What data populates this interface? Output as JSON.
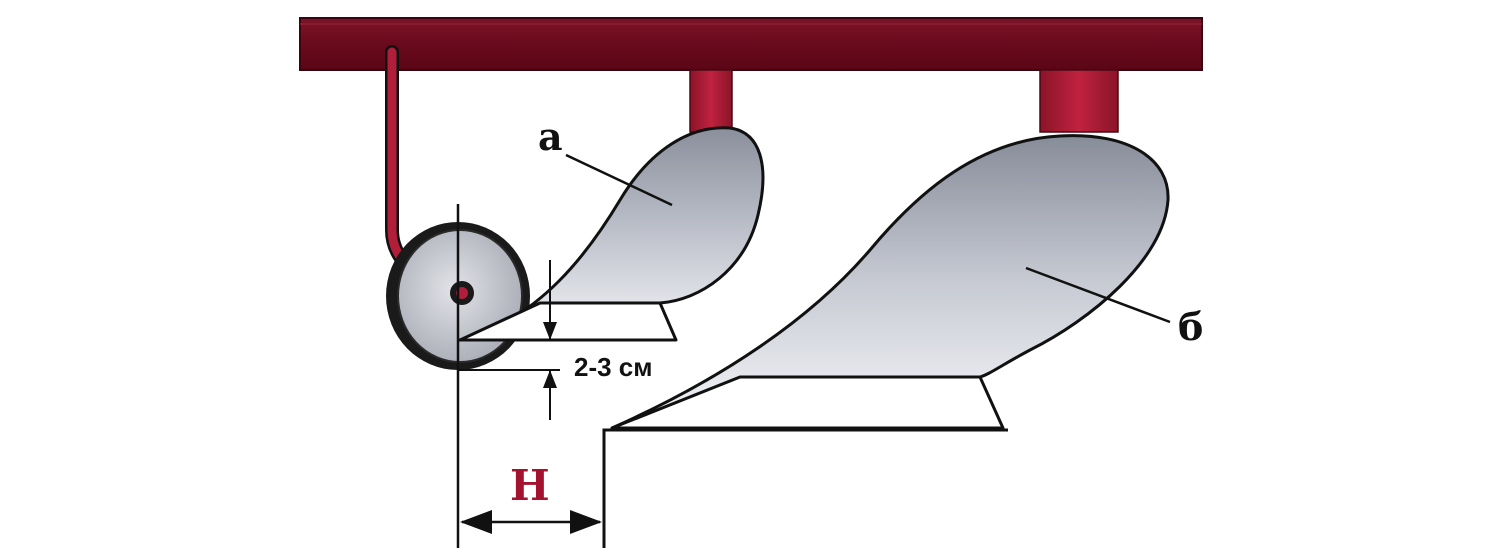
{
  "labels": {
    "skimmer": "а",
    "main_body": "б",
    "depth_offset": "2-3 см",
    "width_offset": "H"
  },
  "colors": {
    "frame": "#6e0a1e",
    "frame_highlight": "#8a1a2e",
    "post": "#b01e3a",
    "post_dark": "#7a0f24",
    "outline": "#111111",
    "wheel_fill": "#c9cbd3",
    "blade_light": "#f2f3f6",
    "blade_dark": "#8a8f9c",
    "h_label": "#a3122e"
  }
}
